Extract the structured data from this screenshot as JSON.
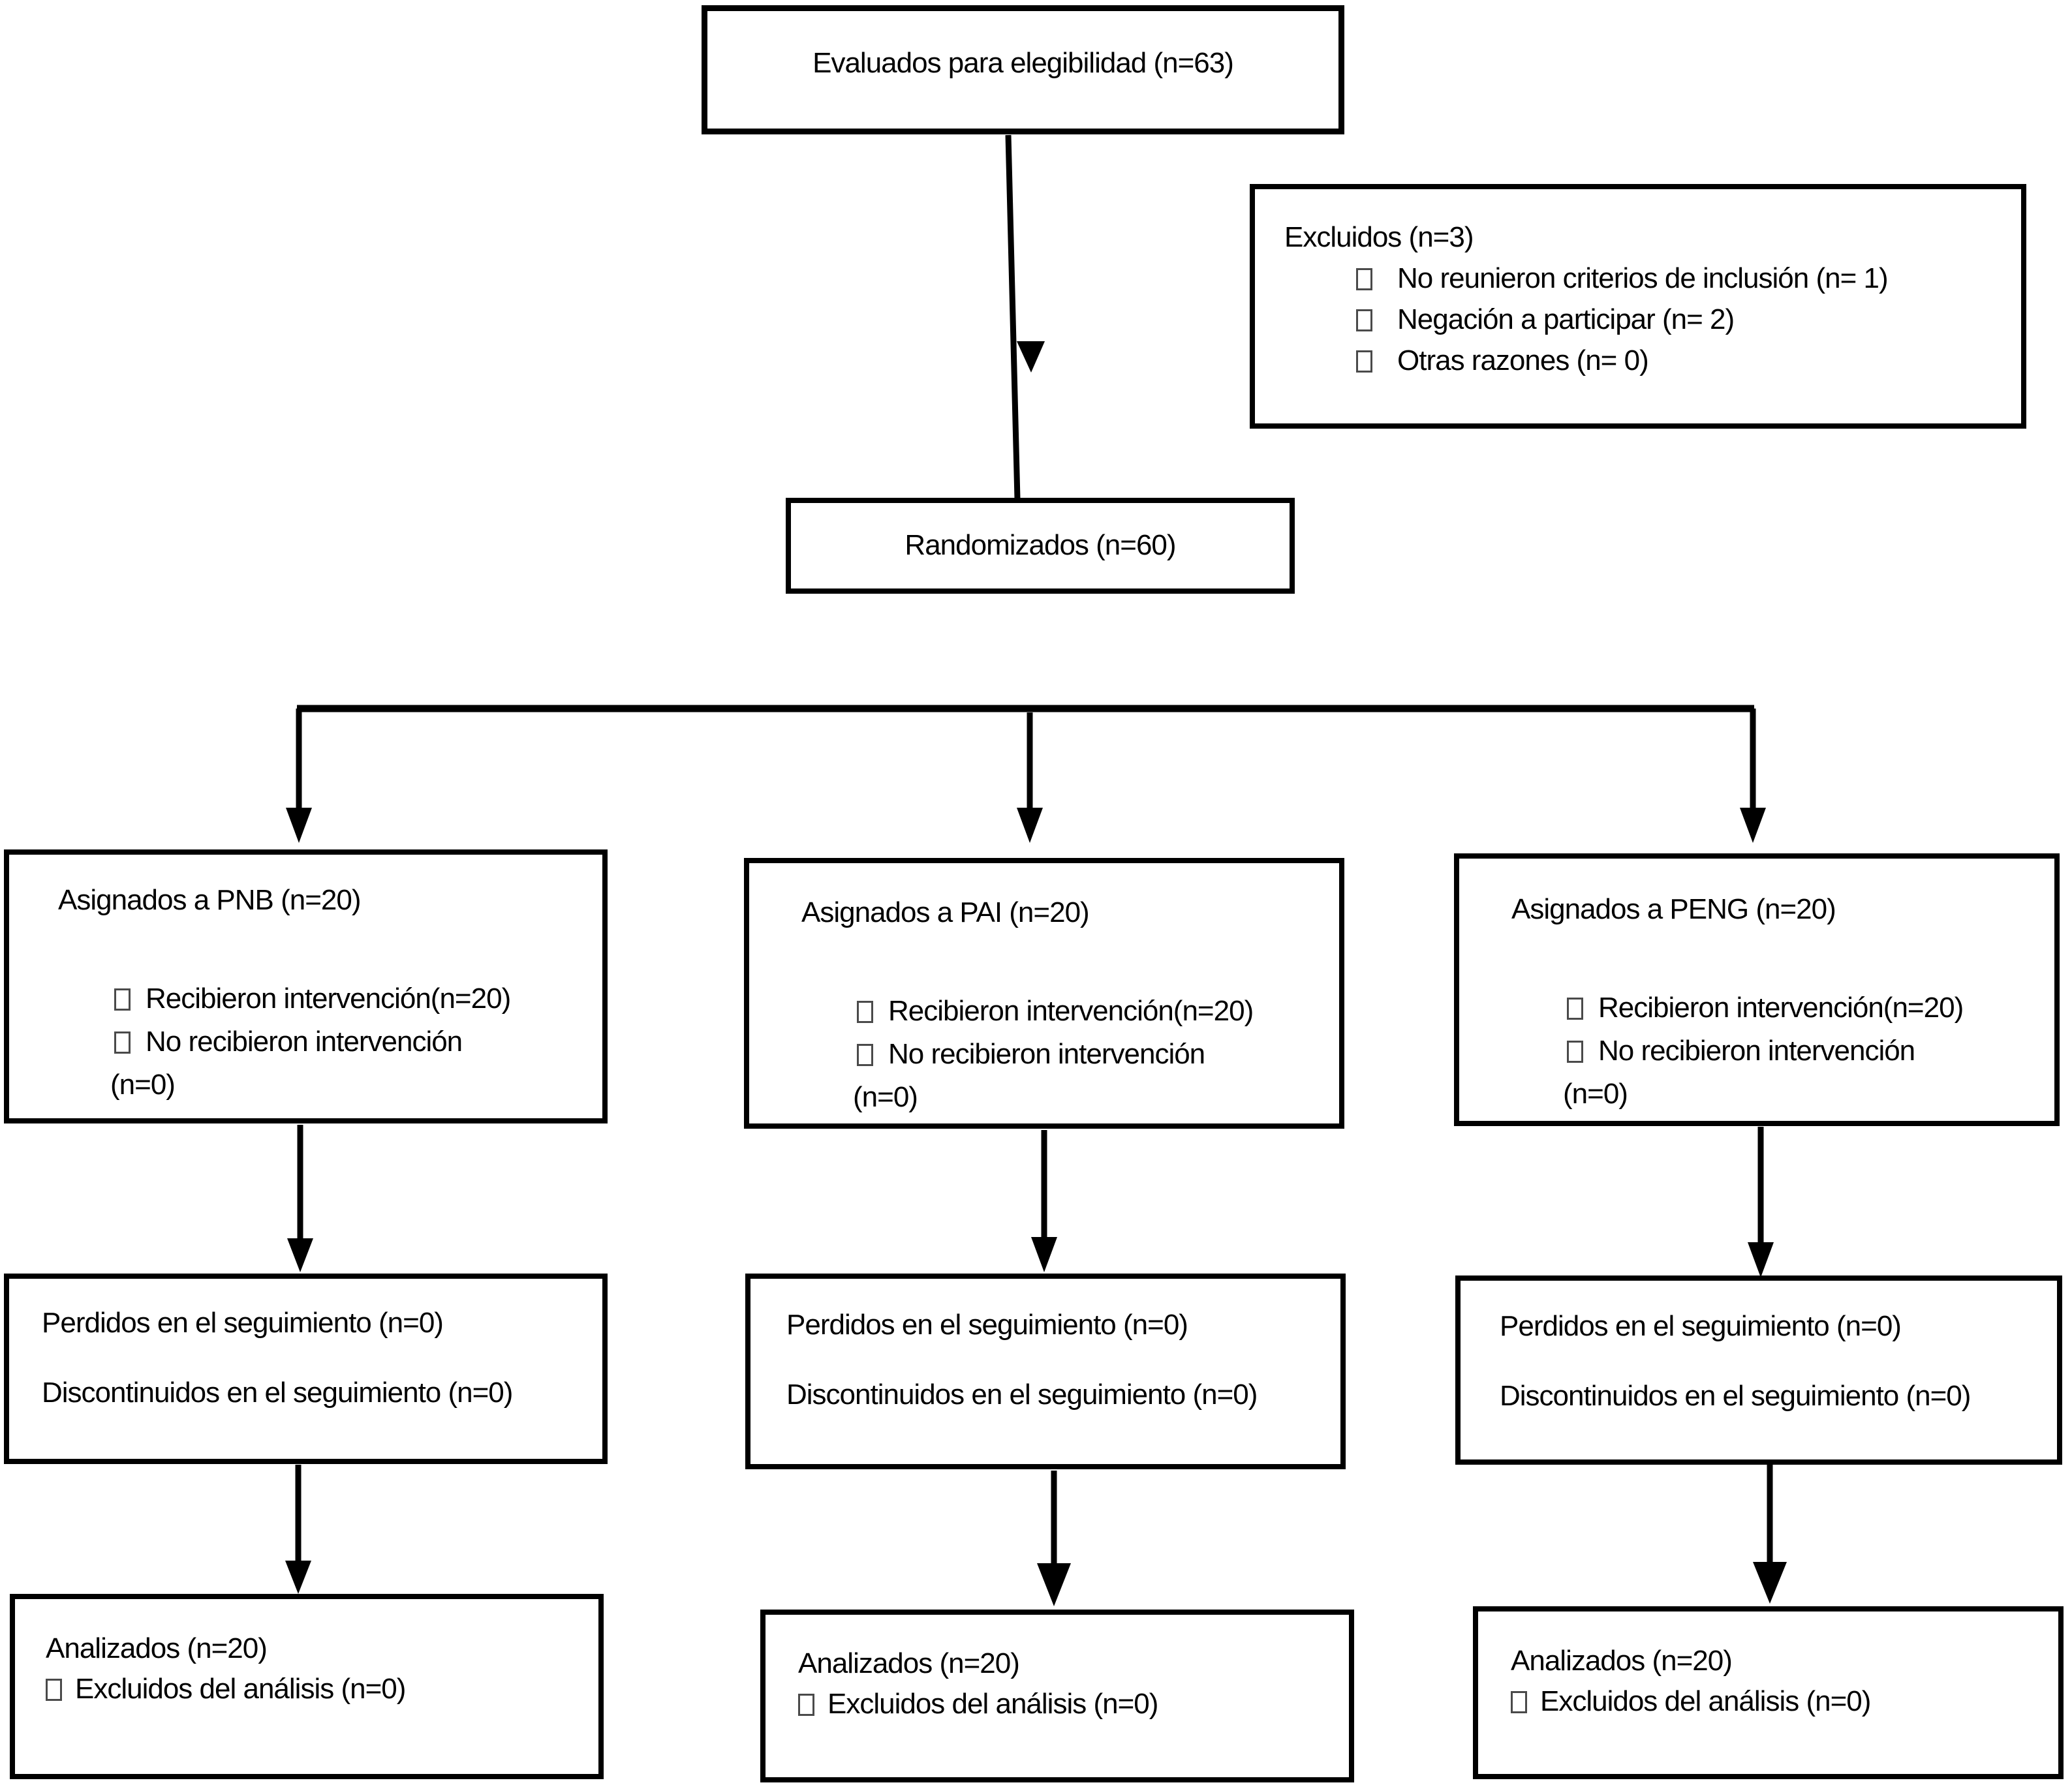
{
  "page": {
    "background_color": "#ffffff",
    "text_color": "#000000",
    "line_color": "#000000",
    "bullet_icon": "missing-glyph-box",
    "bullet_icon_color": "#4a4a4a"
  },
  "top": {
    "eligibility_label": "Evaluados para elegibilidad (n=63)",
    "randomized_label": "Randomizados (n=60)"
  },
  "excluded": {
    "title": "Excluidos (n=3)",
    "items": [
      "No reunieron criterios de inclusión (n= 1)",
      "Negación a participar (n= 2)",
      "Otras razones (n= 0)"
    ]
  },
  "groups": [
    {
      "assign_title": "Asignados a PNB (n=20)",
      "received": "Recibieron intervención(n=20)",
      "not_received": "No recibieron intervención",
      "not_received_count": "(n=0)",
      "lost": "Perdidos en el seguimiento (n=0)",
      "discontinued": "Discontinuidos en el seguimiento (n=0)",
      "analyzed": "Analizados (n=20)",
      "excluded_analysis": "Excluidos del análisis (n=0)"
    },
    {
      "assign_title": "Asignados a PAI (n=20)",
      "received": "Recibieron intervención(n=20)",
      "not_received": "No recibieron intervención",
      "not_received_count": "(n=0)",
      "lost": "Perdidos en el seguimiento (n=0)",
      "discontinued": "Discontinuidos en el seguimiento (n=0)",
      "analyzed": "Analizados (n=20)",
      "excluded_analysis": "Excluidos del análisis (n=0)"
    },
    {
      "assign_title": "Asignados a PENG (n=20)",
      "received": "Recibieron intervención(n=20)",
      "not_received": "No recibieron intervención",
      "not_received_count": "(n=0)",
      "lost": "Perdidos en el seguimiento (n=0)",
      "discontinued": "Discontinuidos en el seguimiento (n=0)",
      "analyzed": "Analizados (n=20)",
      "excluded_analysis": "Excluidos del análisis (n=0)"
    }
  ]
}
